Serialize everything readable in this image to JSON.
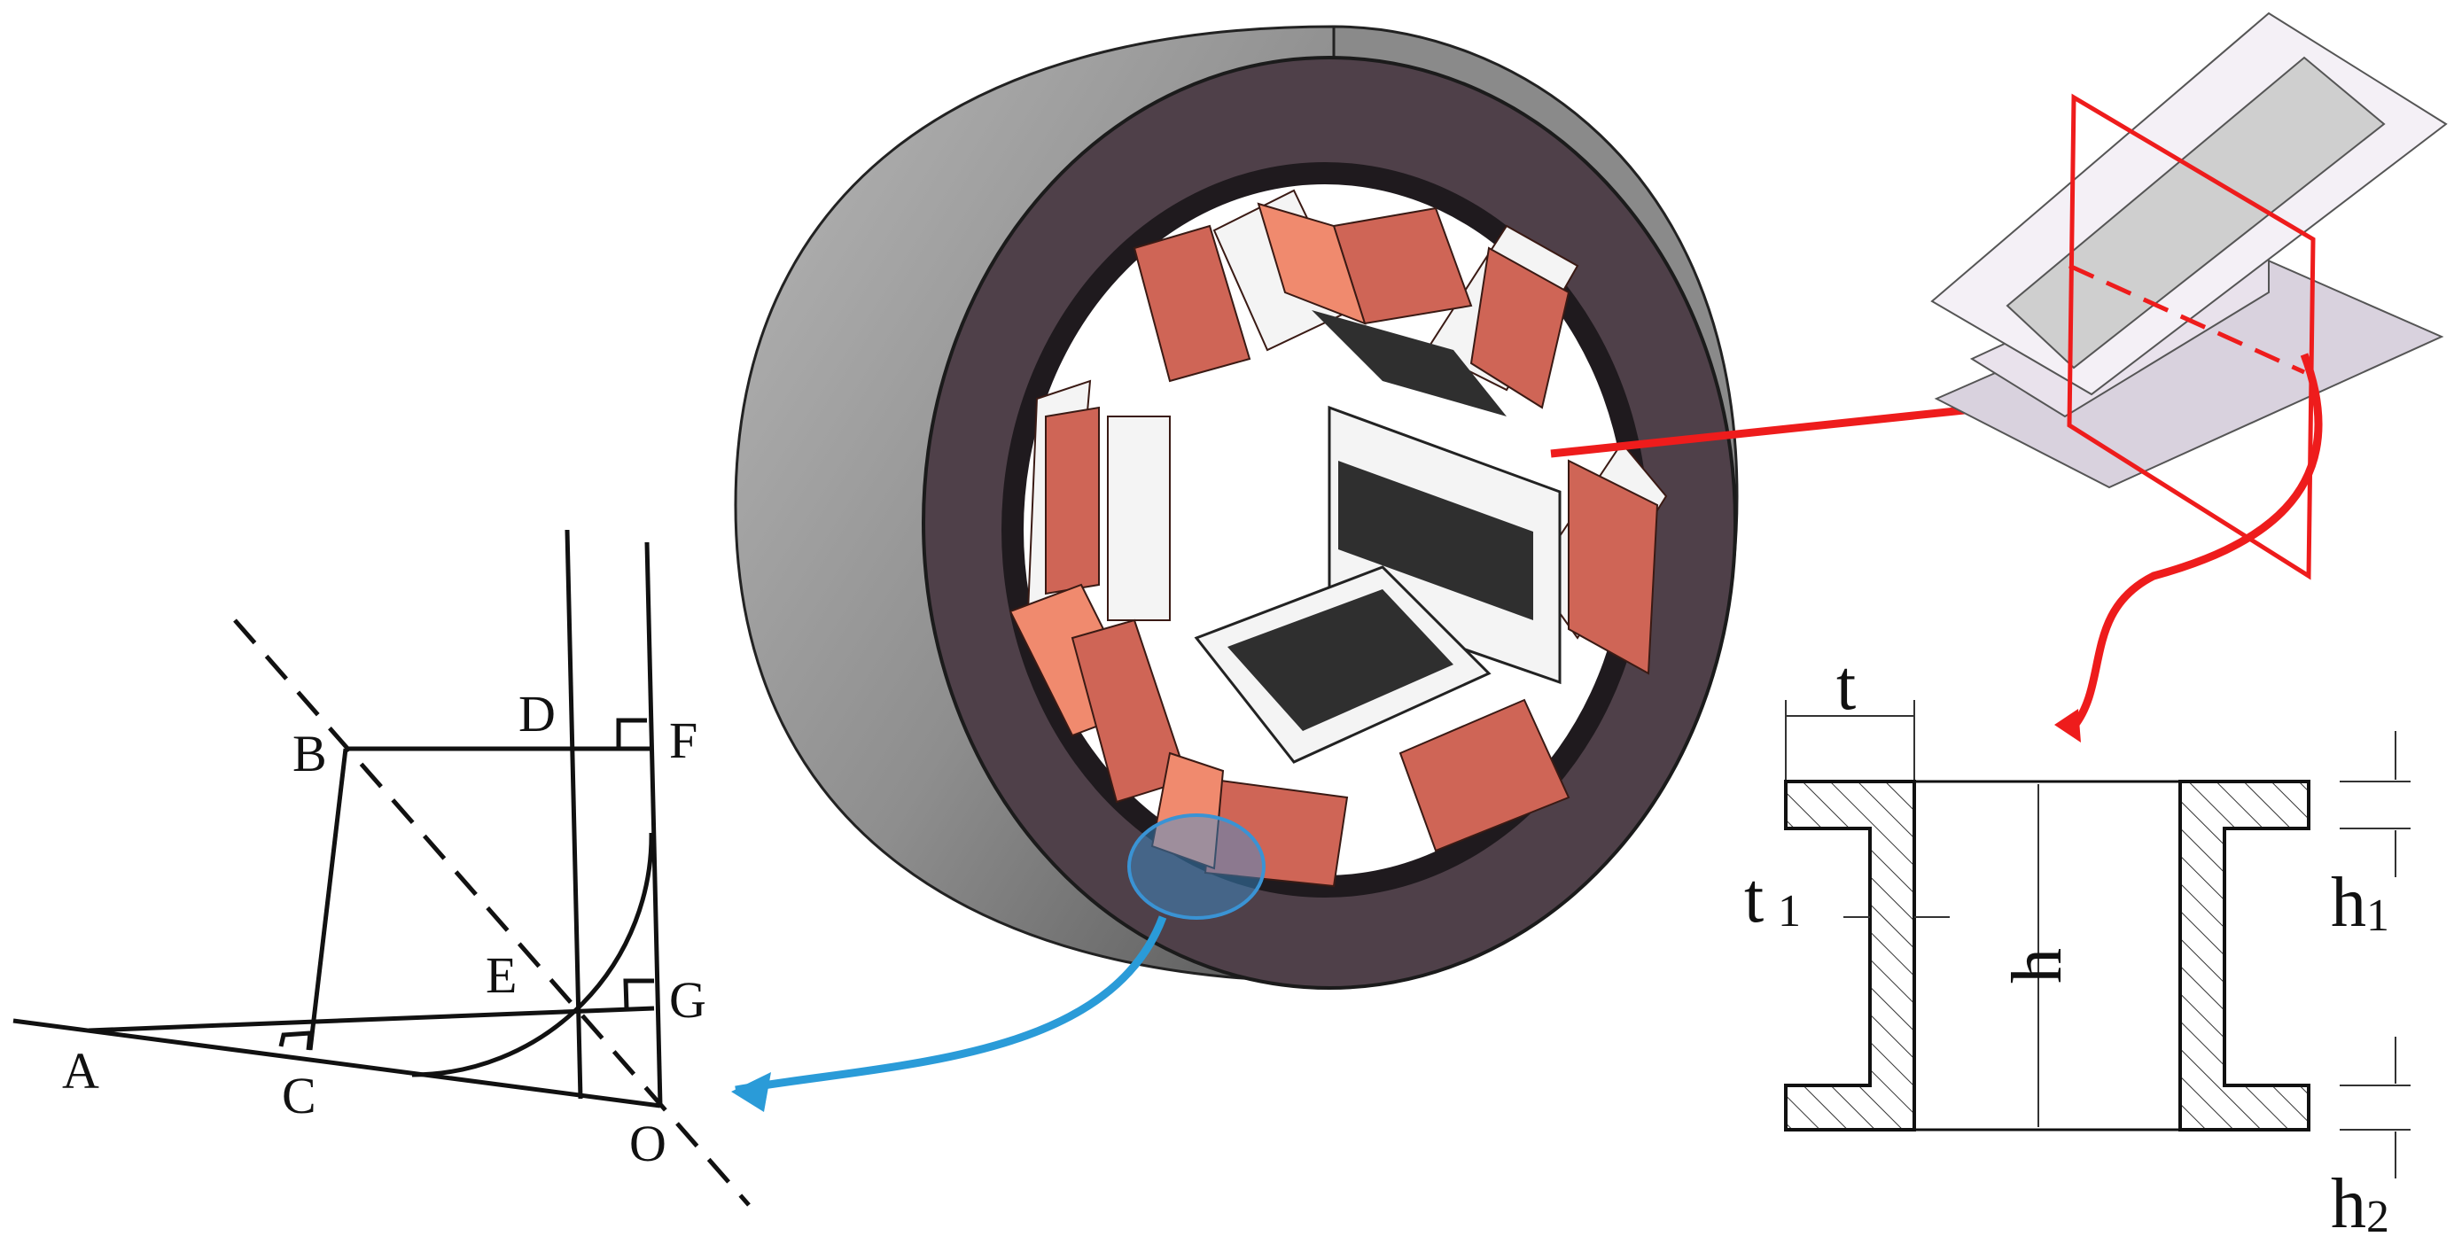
{
  "geometry_labels": {
    "A": "A",
    "B": "B",
    "C": "C",
    "D": "D",
    "E": "E",
    "F": "F",
    "G": "G",
    "O": "O"
  },
  "dimension_labels": {
    "t": "t",
    "t1_main": "t",
    "t1_sub": "1",
    "h": "h",
    "h1_main": "h",
    "h1_sub": "1",
    "h2_main": "h",
    "h2_sub": "2"
  },
  "colors": {
    "housing_side": "#8c8c8c",
    "housing_face": "#4f4049",
    "coil": "#cf6556",
    "coil_light": "#f08a6e",
    "magnet": "#2f2f2f",
    "frame_white": "#f4f4f4",
    "highlight_blue": "#3a93d4",
    "callout_red": "#ee1c1c",
    "bobbin_fill": "#ece4ee"
  },
  "icons": {
    "right_angle_marker": "square-corner-icon",
    "callout_arrow": "curved-arrow-icon"
  }
}
